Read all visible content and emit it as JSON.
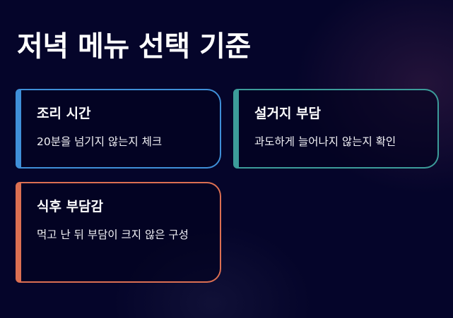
{
  "page": {
    "title": "저녁 메뉴 선택 기준"
  },
  "cards": [
    {
      "title": "조리 시간",
      "description": "20분을 넘기지 않는지 체크",
      "accent_color": "#3f8fd8"
    },
    {
      "title": "설거지 부담",
      "description": "과도하게 늘어나지 않는지 확인",
      "accent_color": "#3c9c9a"
    },
    {
      "title": "식후 부담감",
      "description": "먹고 난 뒤 부담이 크지 않은 구성",
      "accent_color": "#dc6f52"
    }
  ],
  "colors": {
    "background": "#05052a",
    "text": "#ffffff"
  }
}
